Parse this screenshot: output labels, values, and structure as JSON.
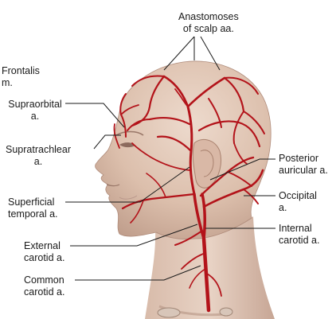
{
  "labels": {
    "anastomoses": [
      "Anastomoses",
      "of scalp aa."
    ],
    "frontalis": [
      "Frontalis",
      "m."
    ],
    "supraorbital": [
      "Supraorbital",
      "a."
    ],
    "supratrachlear": [
      "Supratrachlear",
      "a."
    ],
    "superficial_temporal": [
      "Superficial",
      "temporal a."
    ],
    "external_carotid": [
      "External",
      "carotid a."
    ],
    "common_carotid": [
      "Common",
      "carotid a."
    ],
    "posterior_auricular": [
      "Posterior",
      "auricular a."
    ],
    "occipital": [
      "Occipital",
      "a."
    ],
    "internal_carotid": [
      "Internal",
      "carotid a."
    ]
  },
  "colors": {
    "artery": "#b3131a",
    "skin": "#e3c9b8",
    "skin_shade": "#c9a797",
    "leader": "#1a1a1a"
  }
}
